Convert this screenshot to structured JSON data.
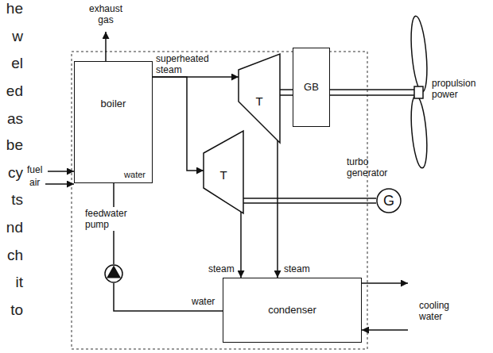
{
  "diagram": {
    "nodes": [
      {
        "text": [
          "boiler",
          "water"
        ]
      },
      {
        "text": [
          "T"
        ]
      },
      {
        "text": [
          "GB"
        ]
      },
      {
        "text": [
          "T"
        ]
      },
      {
        "text": [
          "G"
        ]
      },
      {
        "text": [
          "feedwater pump"
        ]
      },
      {
        "text": [
          "condenser"
        ]
      }
    ],
    "edges": [
      {
        "from": 0,
        "to": 1,
        "arrow": "to",
        "label": "superheated steam"
      },
      {
        "from": 0,
        "to": 3,
        "arrow": "to"
      },
      {
        "from": 1,
        "to": 2,
        "arrow": "none"
      },
      {
        "from": 3,
        "to": 4,
        "arrow": "none"
      },
      {
        "from": 1,
        "to": 6,
        "arrow": "to",
        "label": "steam"
      },
      {
        "from": 3,
        "to": 6,
        "arrow": "to",
        "label": "steam"
      },
      {
        "from": 6,
        "to": 5,
        "arrow": "none",
        "label": "water"
      },
      {
        "from": 5,
        "to": 0,
        "arrow": "none"
      }
    ],
    "labels": [
      "he",
      "w",
      "el",
      "ed",
      "as",
      "be",
      "cy",
      "ts",
      "nd",
      "ch",
      "it",
      "to",
      "exhaust gas",
      "fuel",
      "air",
      "turbo generator",
      "propulsion power",
      "cooling water"
    ]
  }
}
